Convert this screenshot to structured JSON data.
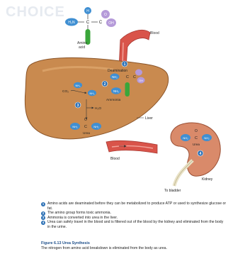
{
  "watermark": {
    "text": "CHOICE"
  },
  "diagram": {
    "top_molecule": {
      "H": "H",
      "N": "H₂N",
      "C": "C",
      "O": "O",
      "OH": "OH"
    },
    "labels": {
      "amino_acid": "Amino\nacid",
      "blood_top": "Blood",
      "deamination": "Deamination",
      "nh2": "NH₂",
      "nh3": "NH₃",
      "ammonia": "Ammonia",
      "co2": "CO₂",
      "h2o": "H₂O",
      "liver": "Liver",
      "urea": "Urea",
      "blood_bottom": "Blood",
      "kidney": "Kidney",
      "to_bladder": "To bladder",
      "c": "C",
      "o": "O",
      "oh": "OH"
    },
    "steps": [
      "1",
      "2",
      "3",
      "4"
    ],
    "colors": {
      "liver": "#c98a4f",
      "liver_dark": "#8a5428",
      "blood_vessel": "#d9544a",
      "kidney": "#d98a6a",
      "nitrogen": "#3f8fd2",
      "oxygen": "#b59ad9",
      "carbon_chain": "#3aa63a",
      "step_badge": "#2a6fb4"
    }
  },
  "legend": [
    {
      "num": "1",
      "text": "Amino acids are deaminated before they can be metabolized to produce ATP or used to synthesize glucose or fat."
    },
    {
      "num": "2",
      "text": "The amino group forms toxic ammonia."
    },
    {
      "num": "3",
      "text": "Ammonia is converted into urea in the liver."
    },
    {
      "num": "4",
      "text": "Urea can safely travel in the blood and is filtered out of the blood by the kidney and eliminated from the body in the urine."
    }
  ],
  "figure": {
    "title": "Figure 6.13 Urea Synthesis",
    "caption": "The nitrogen from amino acid breakdown is eliminated from the body as urea."
  }
}
